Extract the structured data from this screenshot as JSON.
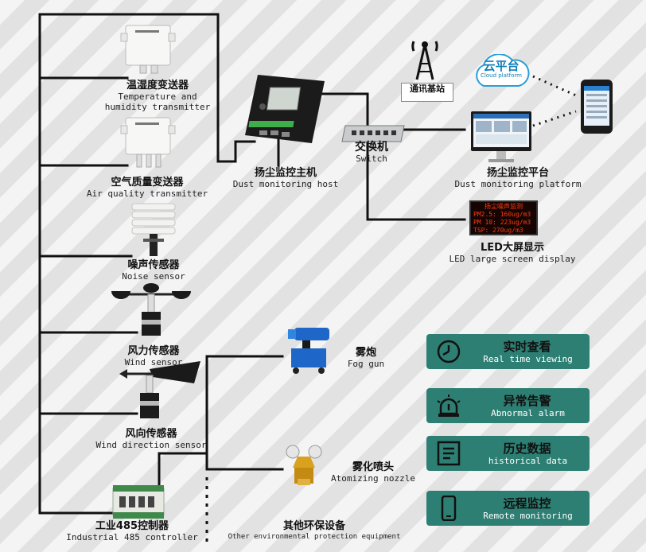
{
  "devices": {
    "temp_humidity": {
      "cn": "温湿度变送器",
      "en1": "Temperature and",
      "en2": "humidity transmitter"
    },
    "air_quality": {
      "cn": "空气质量变送器",
      "en": "Air quality transmitter"
    },
    "noise": {
      "cn": "噪声传感器",
      "en": "Noise sensor"
    },
    "wind_speed": {
      "cn": "风力传感器",
      "en": "Wind sensor"
    },
    "wind_direction": {
      "cn": "风向传感器",
      "en": "Wind direction sensor"
    },
    "controller": {
      "cn": "工业485控制器",
      "en": "Industrial 485 controller"
    },
    "host": {
      "cn": "扬尘监控主机",
      "en": "Dust monitoring host"
    },
    "switch": {
      "cn": "交换机",
      "en": "Switch"
    },
    "base_station": {
      "cn": "通讯基站"
    },
    "cloud": {
      "cn": "云平台",
      "en": "Cloud platform"
    },
    "platform": {
      "cn": "扬尘监控平台",
      "en": "Dust monitoring platform"
    },
    "led": {
      "cn": "LED大屏显示",
      "en": "LED large screen display",
      "screen_lines": [
        "扬尘噪声监测",
        "PM2.5: 160ug/m3",
        "PM 10: 223ug/m3",
        "TSP: 270ug/m3"
      ]
    },
    "fog_gun": {
      "cn": "雾炮",
      "en": "Fog gun"
    },
    "nozzle": {
      "cn": "雾化喷头",
      "en": "Atomizing nozzle"
    },
    "other": {
      "cn": "其他环保设备",
      "en": "Other environmental protection equipment"
    }
  },
  "features": [
    {
      "cn": "实时查看",
      "en": "Real time viewing",
      "icon": "clock-icon"
    },
    {
      "cn": "异常告警",
      "en": "Abnormal alarm",
      "icon": "alarm-icon"
    },
    {
      "cn": "历史数据",
      "en": "historical data",
      "icon": "data-icon"
    },
    {
      "cn": "远程监控",
      "en": "Remote monitoring",
      "icon": "phone-icon"
    }
  ],
  "colors": {
    "panel": "#2e7f73",
    "cloud": "#0f7fb8",
    "led_text": "#ff3b10",
    "fog_gun": "#1e66c8",
    "nozzle": "#d9a21e"
  }
}
